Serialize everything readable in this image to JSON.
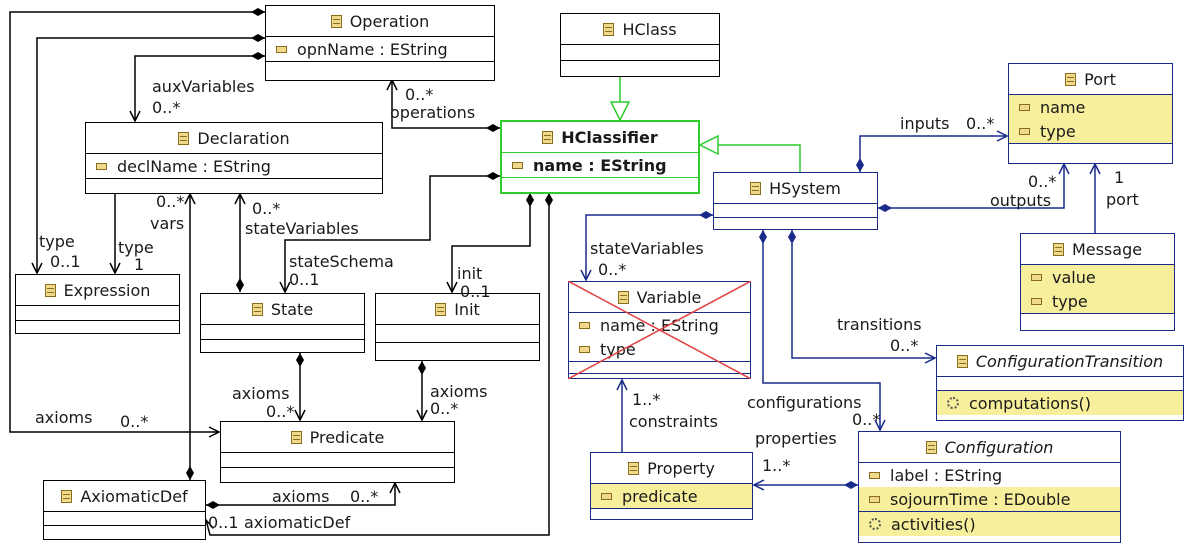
{
  "classes": {
    "operation": {
      "name": "Operation",
      "attrs": [
        "opnName : EString"
      ]
    },
    "hclass": {
      "name": "HClass"
    },
    "declaration": {
      "name": "Declaration",
      "attrs": [
        "declName : EString"
      ]
    },
    "hclassifier": {
      "name": "HClassifier",
      "attrs": [
        "name : EString"
      ]
    },
    "port": {
      "name": "Port",
      "attrs": [
        "name",
        "type"
      ]
    },
    "hsystem": {
      "name": "HSystem"
    },
    "expression": {
      "name": "Expression"
    },
    "state": {
      "name": "State"
    },
    "init": {
      "name": "Init"
    },
    "variable": {
      "name": "Variable",
      "attrs": [
        "name : EString",
        "type"
      ]
    },
    "message": {
      "name": "Message",
      "attrs": [
        "value",
        "type"
      ]
    },
    "configtransition": {
      "name": "ConfigurationTransition",
      "ops": [
        "computations()"
      ]
    },
    "predicate": {
      "name": "Predicate"
    },
    "property": {
      "name": "Property",
      "attrs": [
        "predicate"
      ]
    },
    "configuration": {
      "name": "Configuration",
      "attrs": [
        "label : EString",
        "sojournTime : EDouble"
      ],
      "ops": [
        "activities()"
      ]
    },
    "axiomaticdef": {
      "name": "AxiomaticDef"
    }
  },
  "labels": {
    "aux_variables": "auxVariables",
    "aux_variables_mult": "0..*",
    "operations_mult": "0..*",
    "operations": "operations",
    "inputs": "inputs",
    "inputs_mult": "0..*",
    "outputs_mult": "0..*",
    "outputs": "outputs",
    "port_mult": "1",
    "port": "port",
    "vars_mult": "0..*",
    "vars": "vars",
    "type_left": "type",
    "type_left_mult": "0..1",
    "type_right": "type",
    "type_right_mult": "1",
    "state_variables_left_mult": "0..*",
    "state_variables_left": "stateVariables",
    "state_schema": "stateSchema",
    "state_schema_mult": "0..1",
    "init": "init",
    "init_mult": "0..1",
    "state_variables_right": "stateVariables",
    "state_variables_right_mult": "0..*",
    "transitions": "transitions",
    "transitions_mult": "0..*",
    "axioms_state": "axioms",
    "axioms_state_mult": "0..*",
    "axioms_init": "axioms",
    "axioms_init_mult": "0..*",
    "axioms_op": "axioms",
    "axioms_op_mult": "0..*",
    "constraints_mult": "1..*",
    "constraints": "constraints",
    "configurations": "configurations",
    "configurations_mult": "0..*",
    "properties": "properties",
    "properties_mult": "1..*",
    "axioms_def": "axioms",
    "axioms_def_mult": "0..*",
    "axiomatic_def_mult": "0..1",
    "axiomatic_def": "axiomaticDef"
  },
  "colors": {
    "default_border": "#000000",
    "navy_border": "#1a2a8a",
    "generalized": "#2ecc2e",
    "highlight": "#f7ef9b",
    "crossed": "#e04040"
  }
}
